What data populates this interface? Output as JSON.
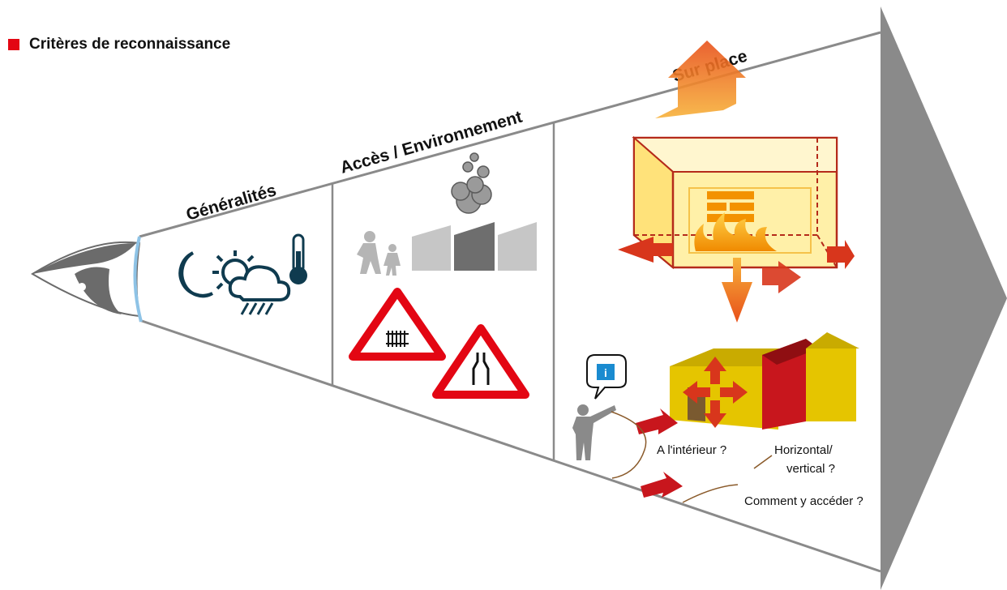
{
  "heading": {
    "text": "Critères de reconnaissance",
    "bullet_color": "#e30613"
  },
  "stages": [
    {
      "label": "Généralités"
    },
    {
      "label": "Accès / Environnement"
    },
    {
      "label": "Sur place"
    }
  ],
  "notes": {
    "inside": "A l'intérieur ?",
    "direction_1": "Horizontal/",
    "direction_2": "vertical ?",
    "access": "Comment y accéder ?"
  },
  "info_glyph": "i",
  "colors": {
    "funnel_line": "#8a8a8a",
    "arrow_head": "#8a8a8a",
    "weather_icon": "#0f3b4f",
    "warning_red": "#e30613",
    "fire_orange": "#f39200",
    "box_yellow": "#fff0a8",
    "block_red": "#c8161d",
    "block_yellow": "#e5c500",
    "info_blue": "#1a8bd0",
    "lens_blue": "#8ec3e6"
  },
  "icons": [
    "eye-icon",
    "moon-icon",
    "sun-icon",
    "cloud-rain-icon",
    "thermometer-icon",
    "people-icon",
    "buildings-icon",
    "smoke-icon",
    "railway-crossing-sign-icon",
    "road-narrows-sign-icon",
    "fire-compartment-icon",
    "building-blocks-icon",
    "person-pointing-icon",
    "info-bubble-icon"
  ]
}
